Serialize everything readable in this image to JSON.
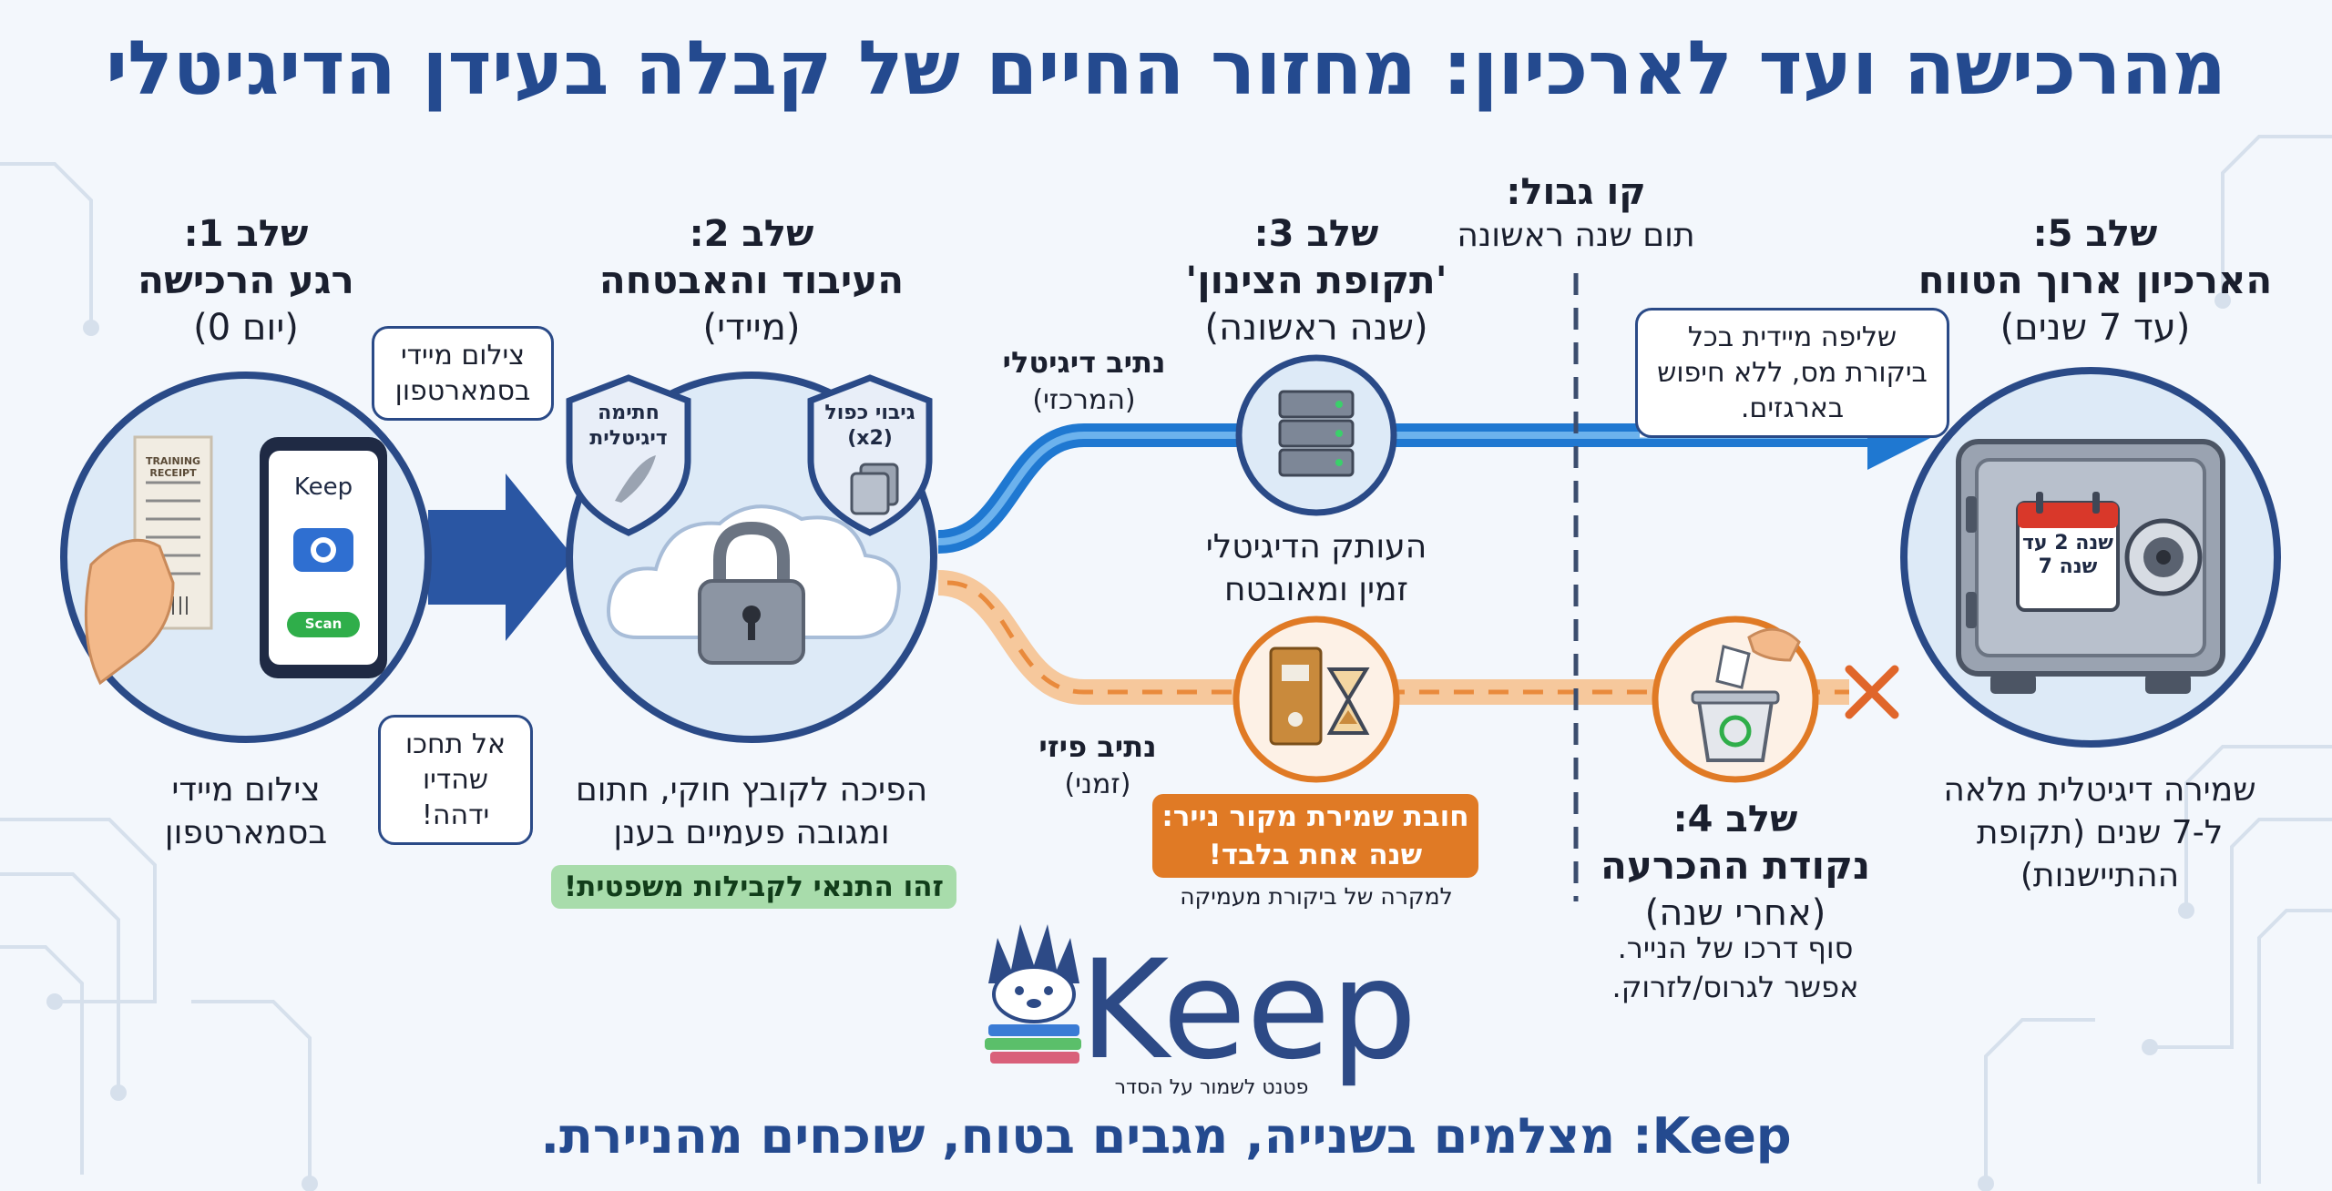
{
  "title": "מהרכישה ועד לארכיון: מחזור החיים של קבלה בעידן הדיגיטלי",
  "stages": [
    {
      "label": "שלב 1:",
      "name": "רגע הרכישה",
      "sub": "(יום 0)",
      "bubble_top": "צילום מיידי בסמארטפון",
      "bubble_bottom": "אל תחכו שהדיו ידהה!",
      "description": "צילום מיידי בסמארטפון",
      "receipt_header": "TRAINING RECEIPT",
      "phone_app": "Keep",
      "phone_button": "Scan"
    },
    {
      "label": "שלב 2:",
      "name": "העיבוד והאבטחה",
      "sub": "(מיידי)",
      "shield_left": "חתימה דיגיטלית",
      "shield_right": "גיבוי כפול (x2)",
      "description": "הפיכה לקובץ חוקי, חתום ומגובה פעמיים בענן",
      "badge": "זהו התנאי לקבילות משפטית!"
    },
    {
      "label": "שלב 3:",
      "name": "'תקופת הצינון'",
      "sub": "(שנה ראשונה)",
      "digital_copy": "העותק הדיגיטלי זמין ומאובטח",
      "badge": "חובת שמירת מקור נייר: שנה אחת בלבד!",
      "badge_note": "למקרה של ביקורת מעמיקה"
    },
    {
      "label": "שלב 4:",
      "name": "נקודת ההכרעה",
      "sub": "(אחרי שנה)",
      "description": "סוף דרכו של הנייר. אפשר לגרוס/לזרוק."
    },
    {
      "label": "שלב 5:",
      "name": "הארכיון ארוך הטווח",
      "sub": "(עד 7 שנים)",
      "bubble": "שליפה מיידית בכל ביקורת מס, ללא חיפוש בארגזים.",
      "calendar": "שנה 2 עד שנה 7",
      "description": "שמירה דיגיטלית מלאה ל-7 שנים (תקופת ההתיישנות)"
    }
  ],
  "paths": {
    "digital_label": "נתיב דיגיטלי",
    "digital_sub": "(המרכזי)",
    "physical_label": "נתיב פיזי",
    "physical_sub": "(זמני)"
  },
  "boundary": {
    "label": "קו גבול:",
    "sub": "תום שנה ראשונה"
  },
  "logo": {
    "word": "Keep",
    "tagline": "פטנט לשמור על הסדר"
  },
  "bottom_tagline": "Keep: מצלמים בשנייה, מגבים בטוח, שוכחים מהניירת.",
  "colors": {
    "navy": "#244a8f",
    "digital_blue": "#1f78d1",
    "physical_orange": "#f0a86a",
    "orange_badge": "#e07a25",
    "green_badge": "#a8dcab",
    "red_x": "#e0662a"
  }
}
